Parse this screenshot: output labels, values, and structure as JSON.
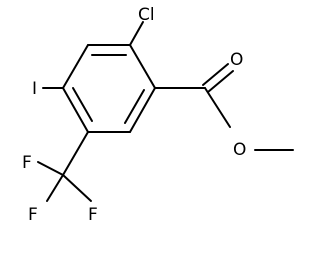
{
  "molecule": {
    "atoms": {
      "cl": "Cl",
      "i": "I",
      "o_carbonyl": "O",
      "o_ester": "O",
      "f_top": "F",
      "f_left": "F",
      "f_right": "F"
    }
  }
}
